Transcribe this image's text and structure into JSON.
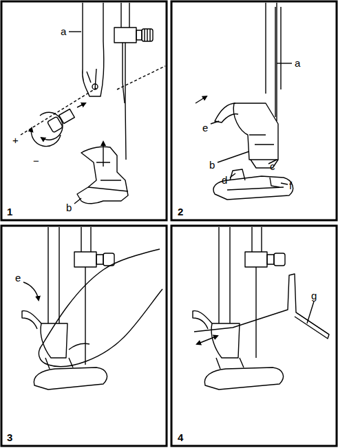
{
  "diagram": {
    "labels": [
      "a",
      "+",
      "−",
      "b",
      "1",
      "a",
      "e",
      "b",
      "c",
      "d",
      "f",
      "2",
      "e",
      "3",
      "g",
      "4"
    ]
  }
}
